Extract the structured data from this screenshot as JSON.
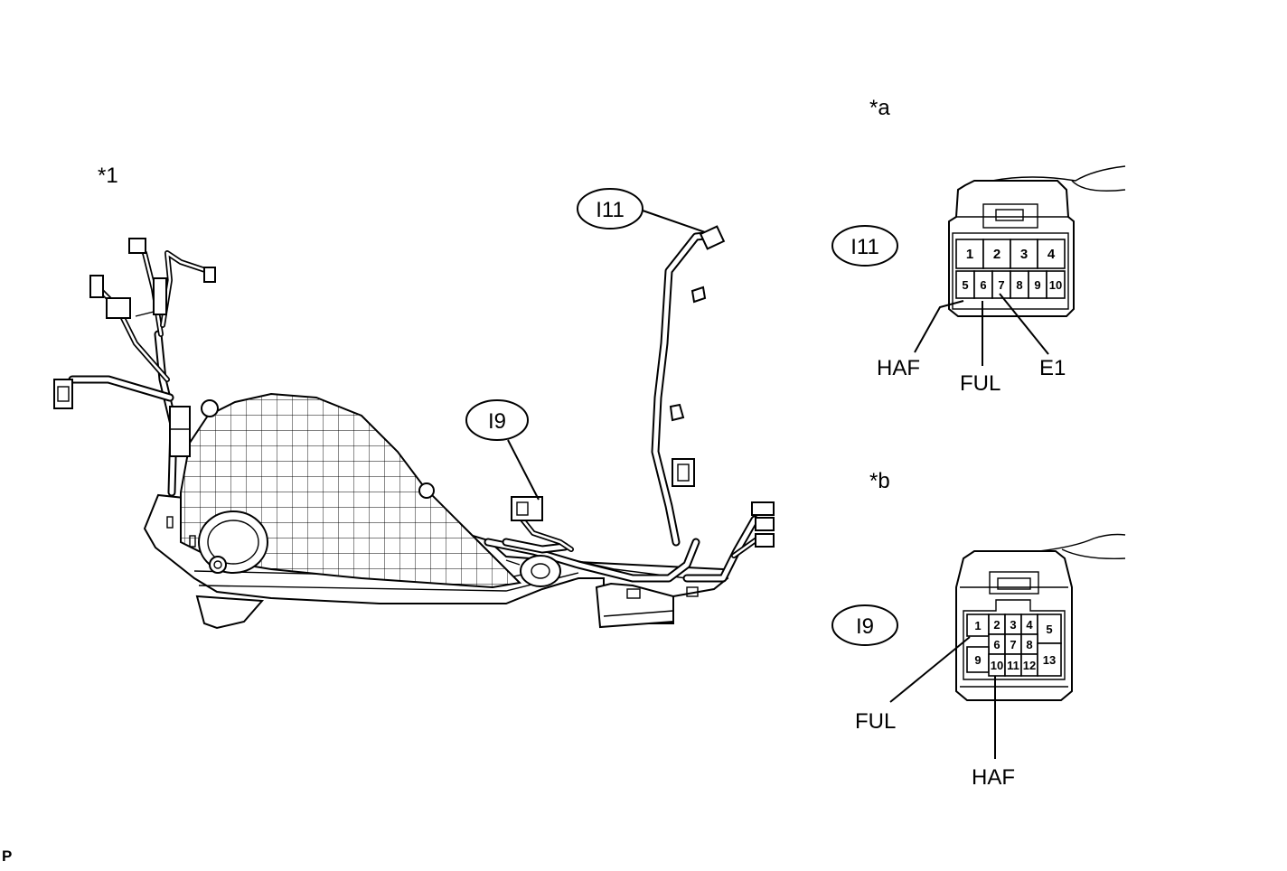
{
  "labels": {
    "part": "*1",
    "view_a": "*a",
    "view_b": "*b",
    "page_mark": "P"
  },
  "callouts": {
    "i11": "I11",
    "i9": "I9"
  },
  "connector_a": {
    "id": "I11",
    "top_pins": [
      "1",
      "2",
      "3",
      "4"
    ],
    "bottom_pins": [
      "5",
      "6",
      "7",
      "8",
      "9",
      "10"
    ],
    "terminals": {
      "haf": "HAF",
      "ful": "FUL",
      "e1": "E1"
    }
  },
  "connector_b": {
    "id": "I9",
    "pins": [
      "1",
      "2",
      "3",
      "4",
      "5",
      "6",
      "7",
      "8",
      "9",
      "10",
      "11",
      "12",
      "13"
    ],
    "terminals": {
      "ful": "FUL",
      "haf": "HAF"
    }
  }
}
